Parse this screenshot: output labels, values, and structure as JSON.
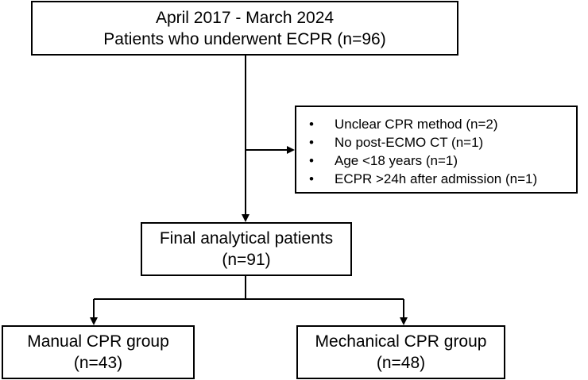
{
  "flowchart": {
    "top_box": {
      "line1": "April 2017 - March 2024",
      "line2": "Patients who underwent ECPR (n=96)"
    },
    "exclusion_box": {
      "items": [
        "Unclear CPR method (n=2)",
        "No post-ECMO CT (n=1)",
        "Age <18 years (n=1)",
        "ECPR >24h after admission (n=1)"
      ],
      "bullet": "•"
    },
    "final_box": {
      "line1": "Final analytical patients",
      "line2": "(n=91)"
    },
    "manual_box": {
      "line1": "Manual CPR group",
      "line2": "(n=43)"
    },
    "mechanical_box": {
      "line1": "Mechanical CPR group",
      "line2": "(n=48)"
    }
  }
}
